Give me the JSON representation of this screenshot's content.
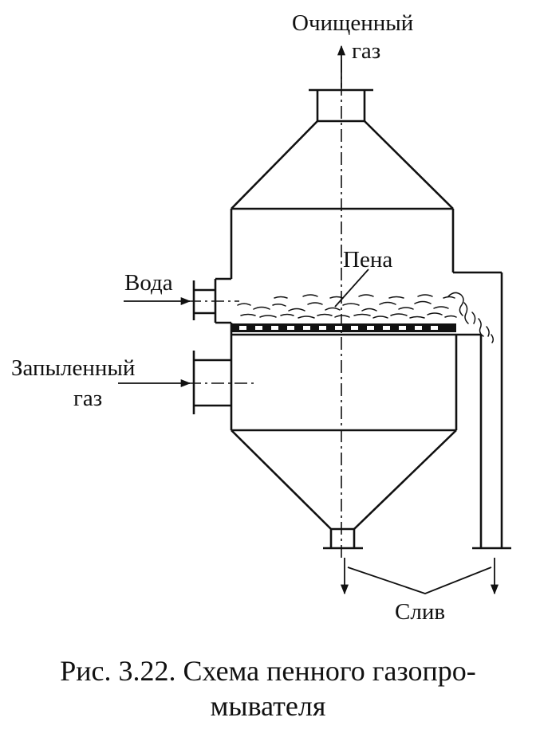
{
  "labels": {
    "cleaned_gas_line1": "Очищенный",
    "cleaned_gas_line2": "газ",
    "foam": "Пена",
    "water": "Вода",
    "dusty_gas_line1": "Запыленный",
    "dusty_gas_line2": "газ",
    "drain": "Слив"
  },
  "caption": {
    "line1": "Рис. 3.22. Схема пенного газопро-",
    "line2": "мывателя"
  }
}
